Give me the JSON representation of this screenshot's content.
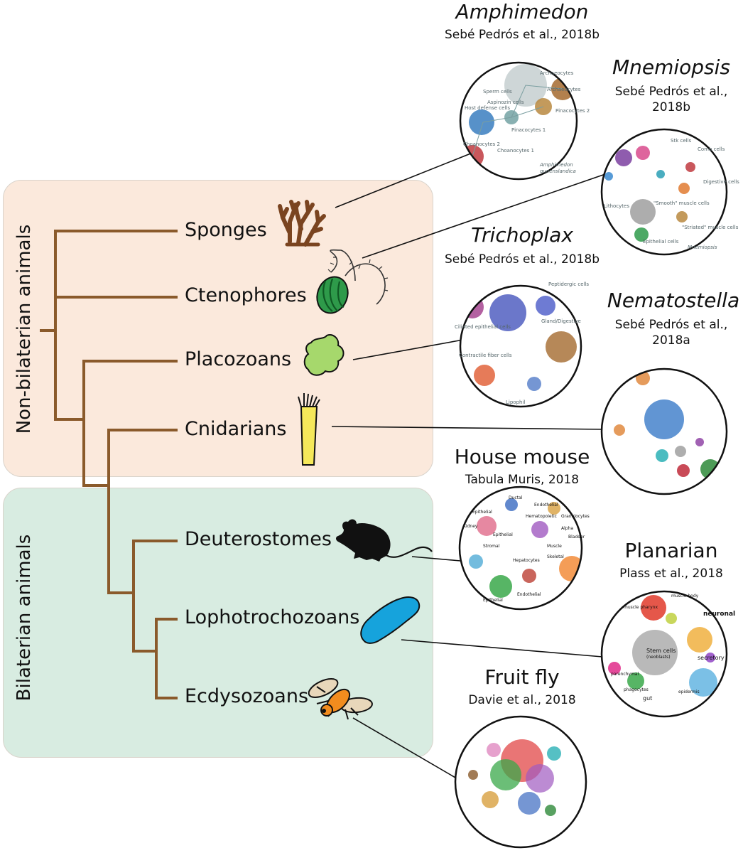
{
  "groups": {
    "non_bilaterian": "Non-bilaterian animals",
    "bilaterian": "Bilaterian animals"
  },
  "taxa": [
    {
      "name": "Sponges",
      "icon": "sponge-icon"
    },
    {
      "name": "Ctenophores",
      "icon": "ctenophore-icon"
    },
    {
      "name": "Placozoans",
      "icon": "placozoan-icon"
    },
    {
      "name": "Cnidarians",
      "icon": "cnidarian-icon"
    },
    {
      "name": "Deuterostomes",
      "icon": "mouse-icon"
    },
    {
      "name": "Lophotrochozoans",
      "icon": "planarian-icon"
    },
    {
      "name": "Ecdysozoans",
      "icon": "fly-icon"
    }
  ],
  "datasets": [
    {
      "organism": "Amphimedon",
      "citation": "Sebé Pedrós et al., 2018b",
      "italic": true,
      "cluster_labels": [
        "Archaeocytes",
        "Archaeocytes",
        "Sperm cells",
        "Aspinozin cells",
        "Pinacocytes 2",
        "Host defense cells",
        "Pinacocytes 1",
        "Choanocytes 2",
        "Choanocytes 1",
        "Amphimedon",
        "queenslandica"
      ]
    },
    {
      "organism": "Mnemiopsis",
      "citation": "Sebé Pedrós et al., 2018b",
      "italic": true,
      "cluster_labels": [
        "Stk cells",
        "Comb cells",
        "Digestive cells",
        "Lithocytes",
        "\"Smooth\" muscle cells",
        "\"Striated\" muscle cells",
        "Epithelial cells",
        "Mnemiopsis"
      ]
    },
    {
      "organism": "Trichoplax",
      "citation": "Sebé Pedrós et al., 2018b",
      "italic": true,
      "cluster_labels": [
        "Peptidergic cells",
        "Ciliated epithelial cells",
        "Gland/Digestive",
        "Contractile fiber cells",
        "Lipophil"
      ]
    },
    {
      "organism": "Nematostella",
      "citation": "Sebé Pedrós et al., 2018a",
      "italic": true,
      "cluster_labels": []
    },
    {
      "organism": "House mouse",
      "citation": "Tabula Muris, 2018",
      "italic": false,
      "cluster_labels": [
        "Ductal",
        "Endothelial",
        "Epithelial",
        "Hematopoietic",
        "Granulocytes",
        "Epithelial",
        "Stromal",
        "Kidney",
        "Hepatocytes",
        "Muscle",
        "Bladder",
        "Alpha",
        "Skeletal",
        "Endothelial",
        "Epithelial"
      ]
    },
    {
      "organism": "Planarian",
      "citation": "Plass et al., 2018",
      "italic": false,
      "cluster_labels": [
        "muscle body",
        "muscle pharynx",
        "neuronal",
        "Stem cells",
        "(neoblasts)",
        "secretory",
        "epidermis",
        "gut",
        "phagocytes",
        "parenchymal"
      ]
    },
    {
      "organism": "Fruit fly",
      "citation": "Davie et al., 2018",
      "italic": false,
      "cluster_labels": []
    }
  ],
  "colors": {
    "branch": "#8a5a2b",
    "non_bilaterian_bg": "#fbe9dc",
    "bilaterian_bg": "#d8ece1",
    "sponge": "#7a4420",
    "ctenophore": "#2e9a4a",
    "placozoan": "#a6d86c",
    "cnidarian": "#f5e85a",
    "planarian": "#16a3dc",
    "fly": "#f28c1e"
  }
}
